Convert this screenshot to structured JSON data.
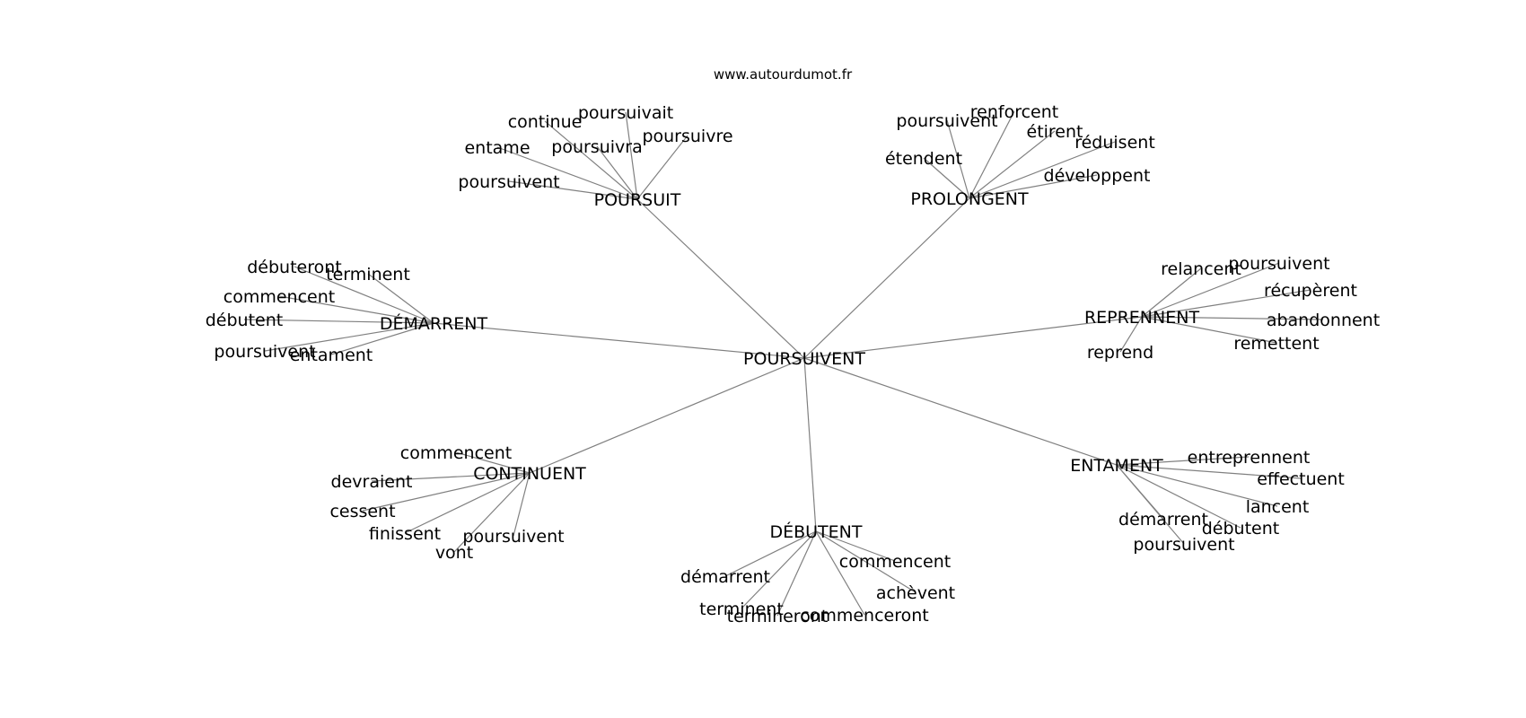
{
  "source": "www.autourdumot.fr",
  "center": "POURSUIVENT",
  "clusters": [
    {
      "hub": "POURSUIT",
      "leaves": [
        "continue",
        "poursuivait",
        "poursuivra",
        "poursuivre",
        "entame",
        "poursuivent"
      ]
    },
    {
      "hub": "PROLONGENT",
      "leaves": [
        "renforcent",
        "poursuivent",
        "étirent",
        "réduisent",
        "étendent",
        "développent"
      ]
    },
    {
      "hub": "DÉMARRENT",
      "leaves": [
        "débuteront",
        "terminent",
        "commencent",
        "débutent",
        "poursuivent",
        "entament"
      ]
    },
    {
      "hub": "REPRENNENT",
      "leaves": [
        "relancent",
        "poursuivent",
        "récupèrent",
        "abandonnent",
        "remettent",
        "reprend"
      ]
    },
    {
      "hub": "CONTINUENT",
      "leaves": [
        "commencent",
        "devraient",
        "cessent",
        "finissent",
        "poursuivent",
        "vont"
      ]
    },
    {
      "hub": "DÉBUTENT",
      "leaves": [
        "commencent",
        "démarrent",
        "achèvent",
        "terminent",
        "termineront",
        "commenceront"
      ]
    },
    {
      "hub": "ENTAMENT",
      "leaves": [
        "entreprennent",
        "effectuent",
        "lancent",
        "démarrent",
        "débutent",
        "poursuivent"
      ]
    }
  ]
}
